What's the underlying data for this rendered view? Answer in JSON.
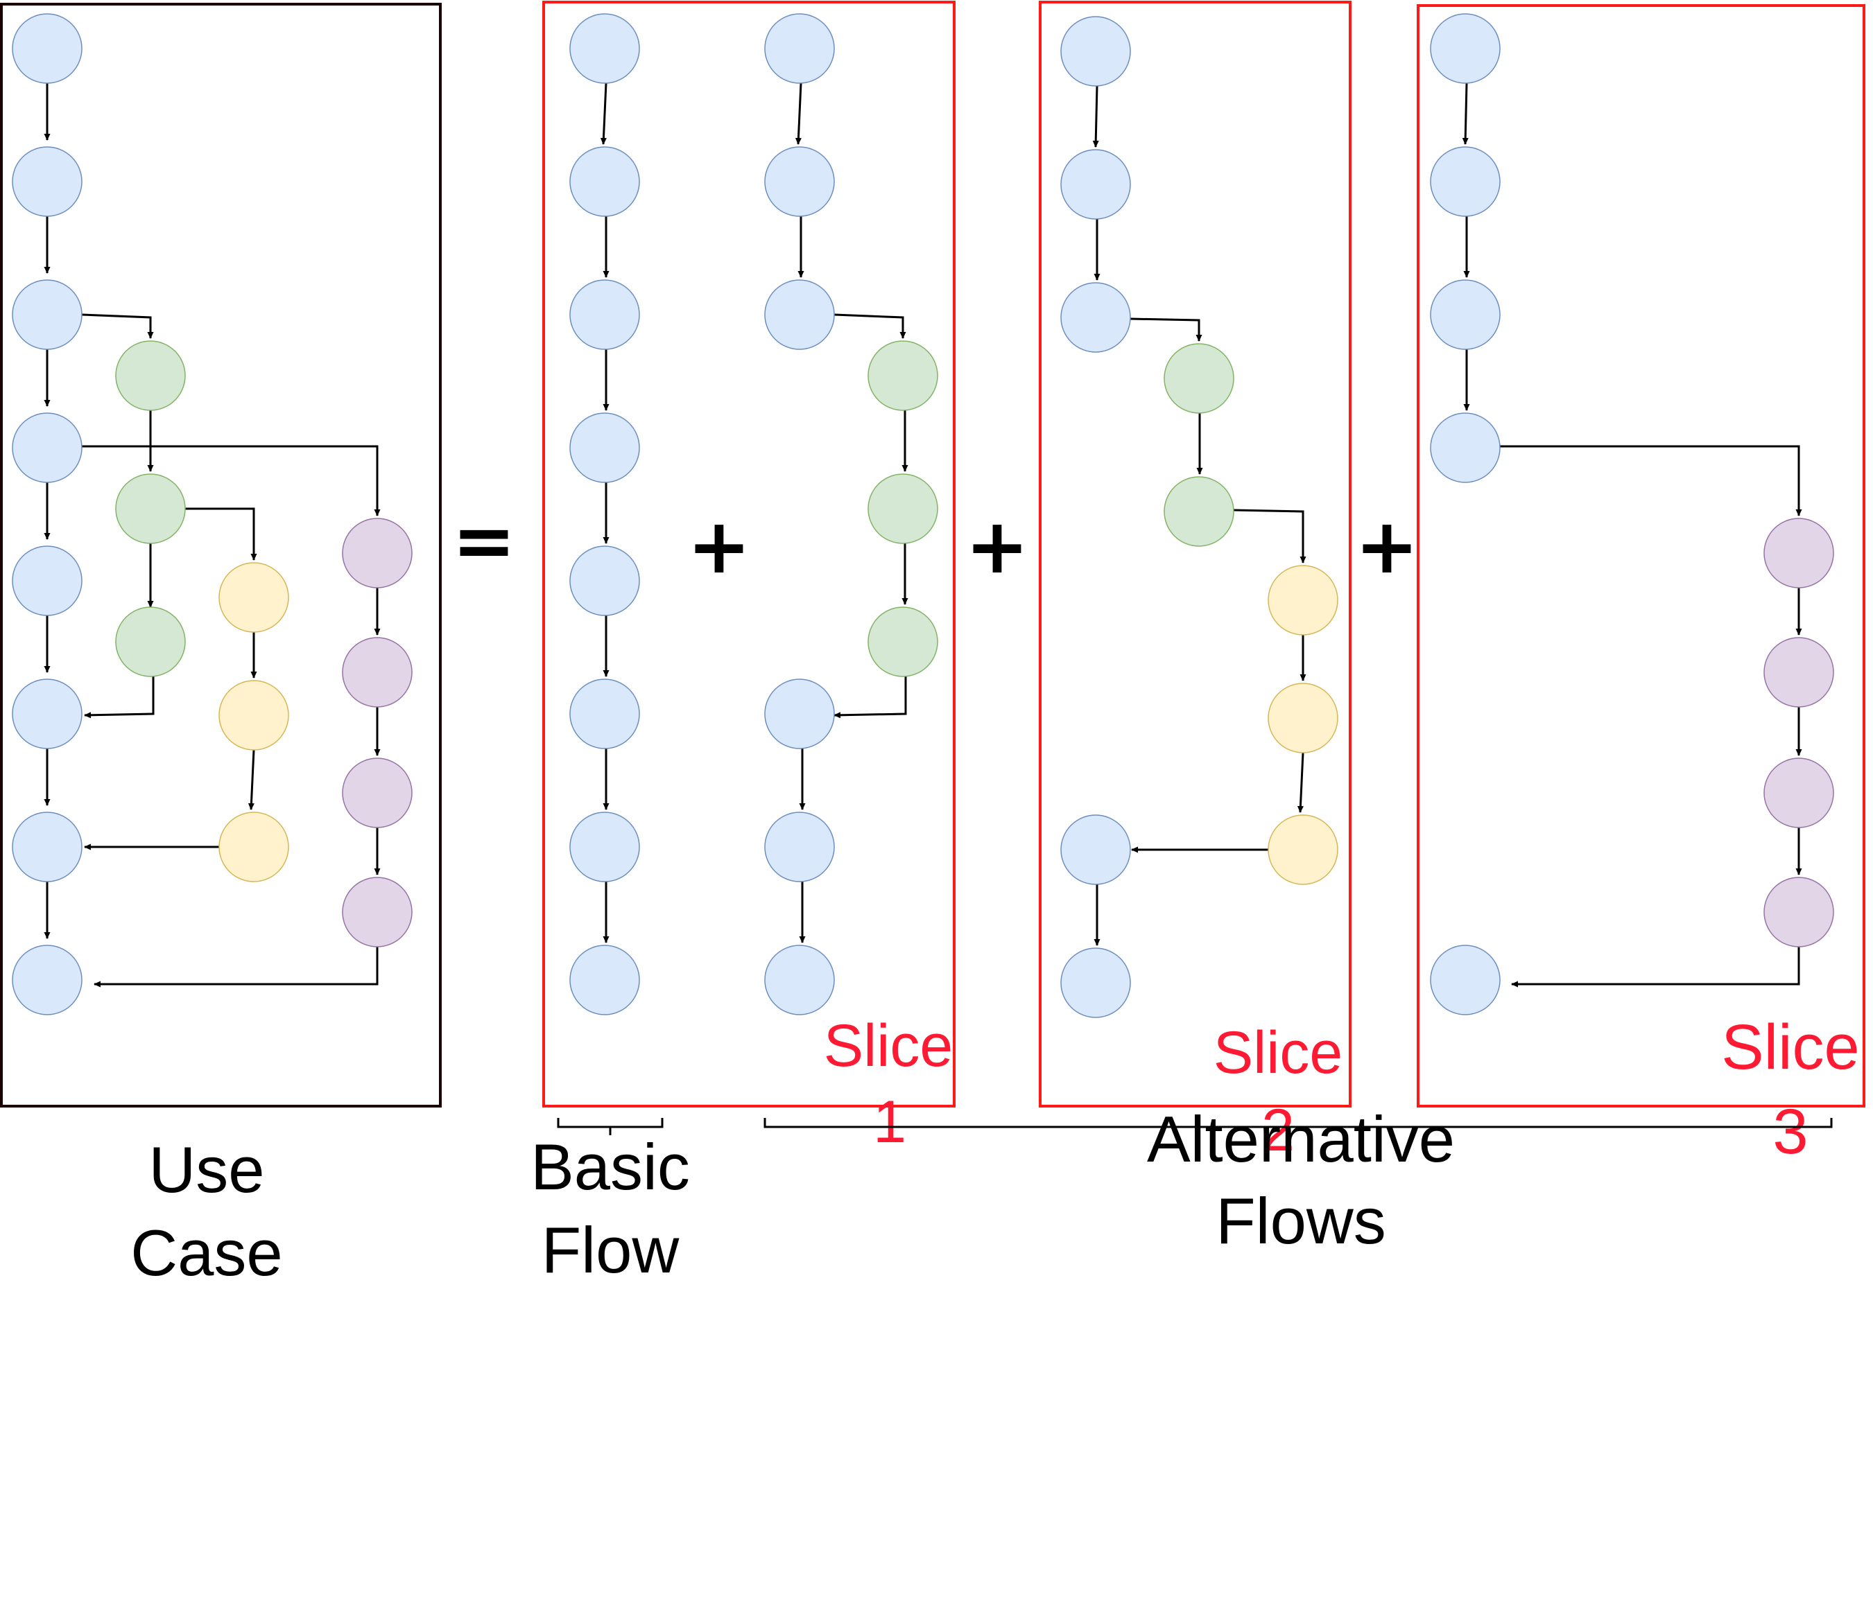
{
  "operators": {
    "equals": "=",
    "plus": "+"
  },
  "labels": {
    "use_case": [
      "Use",
      "Case"
    ],
    "basic_flow": [
      "Basic",
      "Flow"
    ],
    "alternative_flows": [
      "Alternative",
      "Flows"
    ]
  },
  "slices": [
    {
      "line1": "Slice",
      "line2": "1"
    },
    {
      "line1": "Slice",
      "line2": "2"
    },
    {
      "line1": "Slice",
      "line2": "3"
    }
  ],
  "colors": {
    "basic": "#dae8fc",
    "basic_stroke": "#6c8ebf",
    "alt1": "#d5e8d4",
    "alt1_stroke": "#82b366",
    "alt2": "#fff2cc",
    "alt2_stroke": "#d6b656",
    "alt3": "#e1d5e7",
    "alt3_stroke": "#9673a6",
    "use_case_frame": "#1a0000",
    "slice_frame": "#ff1a1a",
    "slice_text": "#ff1a33"
  }
}
